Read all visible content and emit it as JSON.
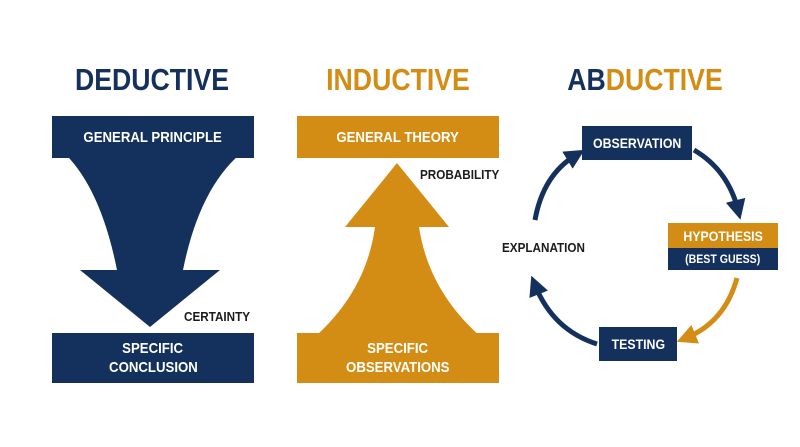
{
  "colors": {
    "navy": "#14305c",
    "gold": "#d48d14"
  },
  "deductive": {
    "title": "DEDUCTIVE",
    "top_box": "GENERAL PRINCIPLE",
    "bottom_box_line1": "SPECIFIC",
    "bottom_box_line2": "CONCLUSION",
    "side_label": "CERTAINTY"
  },
  "inductive": {
    "title": "INDUCTIVE",
    "top_box": "GENERAL THEORY",
    "bottom_box_line1": "SPECIFIC",
    "bottom_box_line2": "OBSERVATIONS",
    "side_label": "PROBABILITY"
  },
  "abductive": {
    "title_part1": "AB",
    "title_part2": "DUCTIVE",
    "observation": "OBSERVATION",
    "hypothesis": "HYPOTHESIS",
    "best_guess": "(BEST GUESS)",
    "testing": "TESTING",
    "explanation": "EXPLANATION"
  }
}
